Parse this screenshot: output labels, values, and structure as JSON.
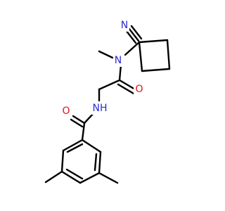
{
  "molecule": {
    "colors": {
      "bond": "#000000",
      "nitrogen": "#2b2bd6",
      "oxygen": "#e01414",
      "background": "#ffffff"
    },
    "atoms": {
      "n_nitrile": "N",
      "n_amide_tertiary": "N",
      "o_amide_tertiary": "O",
      "n_amide_secondary": "NH",
      "o_benzamide": "O"
    }
  }
}
